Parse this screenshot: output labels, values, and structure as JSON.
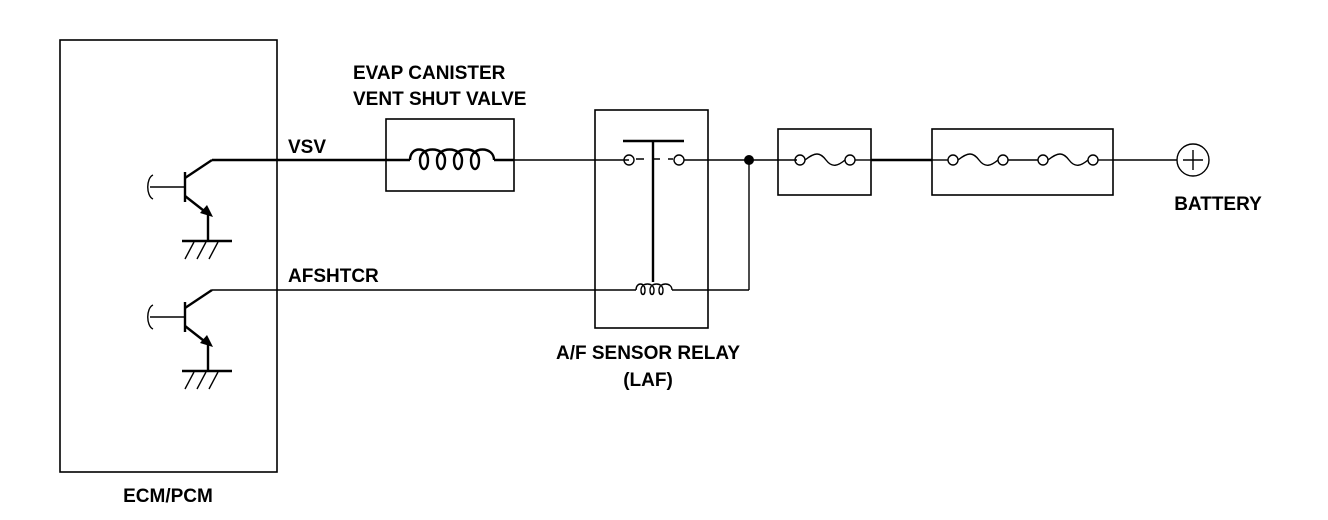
{
  "labels": {
    "ecm": "ECM/PCM",
    "evap_line1": "EVAP CANISTER",
    "evap_line2": "VENT SHUT VALVE",
    "vsv": "VSV",
    "afshtcr": "AFSHTCR",
    "relay_line1": "A/F SENSOR RELAY",
    "relay_line2": "(LAF)",
    "battery": "BATTERY"
  },
  "icons": {
    "battery_symbol": "battery-plus-icon",
    "ground_symbol": "ground-icon",
    "transistor_symbol": "npn-transistor-icon",
    "coil_symbol": "solenoid-coil-icon",
    "fuse_symbol": "fuse-icon"
  }
}
